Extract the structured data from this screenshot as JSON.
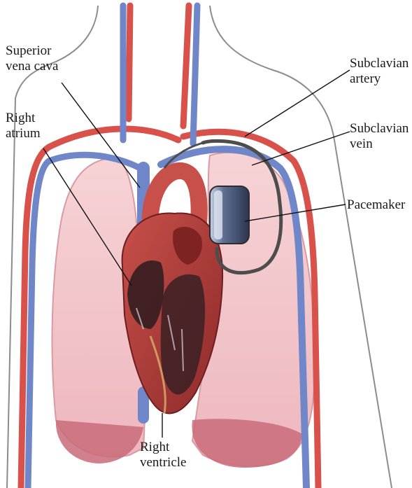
{
  "labels": {
    "superior_vena_cava": [
      "Superior",
      "vena cava"
    ],
    "right_atrium": [
      "Right",
      "atrium"
    ],
    "subclavian_artery": [
      "Subclavian",
      "artery"
    ],
    "subclavian_vein": [
      "Subclavian",
      "vein"
    ],
    "pacemaker": [
      "Pacemaker"
    ],
    "right_ventricle": [
      "Right",
      "ventricle"
    ]
  },
  "colors": {
    "background": "#ffffff",
    "body_outline": "#8c8c8c",
    "artery": "#d8514a",
    "vein": "#6f86c9",
    "lung": "#f2c7cb",
    "lung_shadow": "#e7a9b0",
    "heart": "#b23b3b",
    "heart_dark": "#7e2222",
    "pacemaker_body": "#6e7fa0",
    "lead_wire": "#555555",
    "leader_line": "#111111"
  }
}
